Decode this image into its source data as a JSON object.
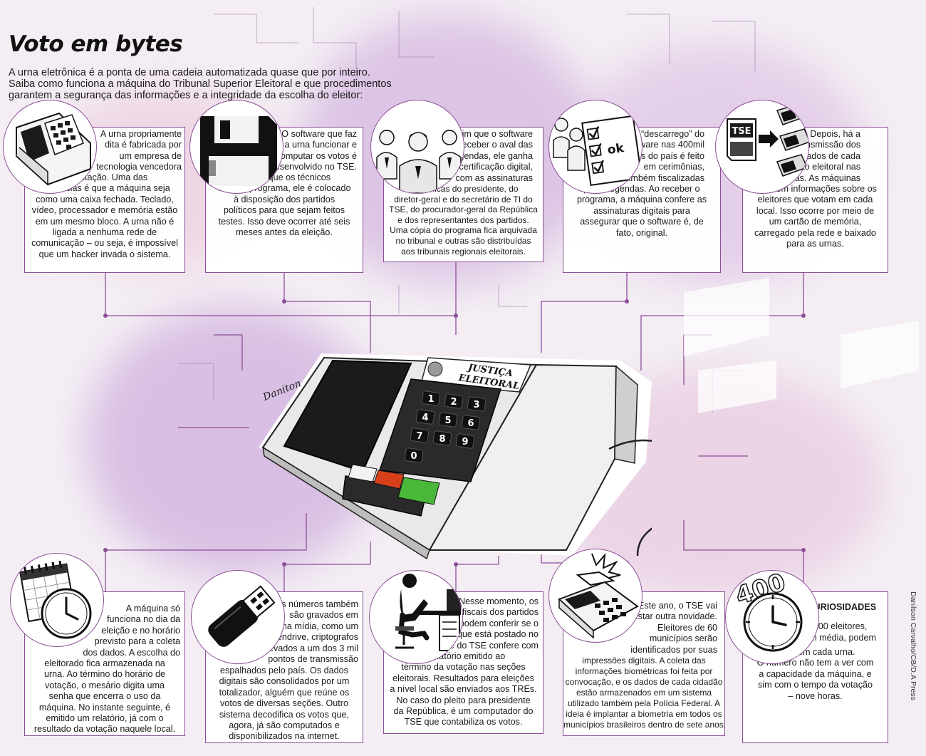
{
  "header": {
    "title": "Voto em bytes",
    "intro": [
      "A urna eletrônica é a ponta de uma cadeia automatizada quase que por inteiro.",
      "Saiba como funciona a máquina do Tribunal Superior Eleitoral e que procedimentos",
      "garantem a segurança das informações e a integridade da escolha do eleitor:"
    ]
  },
  "top_steps": [
    {
      "icon": "voting-machine-icon",
      "lines": [
        "A urna propriamente",
        "dita é fabricada por",
        "um empresa de",
        "tecnologia vencedora",
        "de licitação. Uma das",
        "exigências é que a máquina seja",
        "como uma caixa fechada. Teclado,",
        "vídeo, processador e memória estão",
        "em um mesmo bloco. A urna não é",
        "ligada a nenhuma rede de",
        "comunicação – ou seja, é impossível",
        "que um hacker invada o sistema."
      ]
    },
    {
      "icon": "floppy-disk-icon",
      "lines": [
        "O software que faz",
        "a urna funcionar e",
        "computar os votos é",
        "desenvolvido no TSE.",
        "Depois que os técnicos",
        "criam o programa, ele é colocado",
        "à disposição dos partidos",
        "políticos para que sejam feitos",
        "testes. Isso deve ocorrer até seis",
        "meses antes da eleição."
      ]
    },
    {
      "icon": "officials-icon",
      "lines": [
        "Assim que o software",
        "receber o aval das",
        "legendas, ele ganha",
        "uma certificação digital,",
        "com as assinaturas",
        "eletrônicas do presidente, do",
        "diretor-geral e do secretário de TI do",
        "TSE, do procurador-geral da República",
        "e dos representantes dos partidos.",
        "Uma cópia do programa fica arquivada",
        "no tribunal e outras são distribuídas",
        "aos tribunais regionais eleitorais."
      ]
    },
    {
      "icon": "checklist-ok-icon",
      "ok_label": "ok",
      "lines": [
        "O “descarrego” do",
        "software nas 400mil",
        "urnas do país é feito",
        "em cerimônias,",
        "também fiscalizadas",
        "pelas legendas. Ao receber o",
        "programa, a máquina confere as",
        "assinaturas digitais para",
        "assegurar que o software é, de",
        "fato, original."
      ]
    },
    {
      "icon": "memory-card-icon",
      "card_label": "TSE",
      "lines": [
        "Depois, há a",
        "transmissão dos",
        "dados de cada",
        "seção eleitoral nas",
        "urnas. As máquinas",
        "recebem informações sobre os",
        "eleitores que votam em cada",
        "local. Isso ocorre por meio de",
        "um cartão de memória,",
        "carregado pela rede e baixado",
        "para as urnas."
      ]
    }
  ],
  "bottom_steps": [
    {
      "icon": "calendar-clock-icon",
      "lines": [
        "A máquina só",
        "funciona no dia da",
        "eleição e no horário",
        "previsto para a coleta",
        "dos dados. A escolha do",
        "eleitorado fica armazenada na",
        "urna. Ao término do horário de",
        "votação, o mesário digita uma",
        "senha que encerra o uso da",
        "máquina. No instante seguinte, é",
        "emitido um relatório, já com o",
        "resultado da votação naquele local."
      ]
    },
    {
      "icon": "pendrive-icon",
      "lines": [
        "Os números também",
        "são gravados em",
        "uma mídia, como um",
        "pendrive, criptografos",
        "e levados a um dos 3 mil",
        "pontos de transmissão",
        "espalhados pelo país. Os dados",
        "digitais são consolidados por um",
        "totalizador, alguém que reúne os",
        "votos de diversas seções. Outro",
        "sistema decodifica os votos que,",
        "agora, já são computados e",
        "disponibilizados na internet."
      ]
    },
    {
      "icon": "computer-user-icon",
      "lines": [
        "Nesse momento, os",
        "fiscais dos partidos",
        "podem conferir se o",
        "que está postado no",
        "site do TSE confere com",
        "o relatório emitido ao",
        "término da votação nas seções",
        "eleitorais. Resultados para eleições",
        "a nível local são enviados aos TREs.",
        "No caso do pleito para presidente",
        "da República, é um computador do",
        "TSE que contabiliza os votos."
      ]
    },
    {
      "icon": "fingerprint-reader-icon",
      "lines": [
        "Este ano, o TSE vai",
        "testar outra novidade.",
        "Eleitores de 60",
        "municípios serão",
        "identificados por suas",
        "impressões digitais. A coleta das",
        "informações biométricas foi feita por",
        "convocação, e os dados de cada cidadão",
        "estão armazenados em um sistema",
        "utilizado também pela Polícia Federal. A",
        "ideia é implantar a biometria em todos os",
        "municípios brasileiros dentro de sete anos."
      ]
    },
    {
      "icon": "clock-400-icon",
      "icon_number": "400",
      "heading": "CURIOSIDADES",
      "lines": [
        "400 eleitores,",
        "em média, podem",
        "votar em cada urna.",
        "O número não tem a ver com",
        "a capacidade da máquina, e",
        "sim com o tempo da votação",
        "– nove horas."
      ]
    }
  ],
  "machine": {
    "panel_label_1": "JUSTIÇA",
    "panel_label_2": "ELEITORAL",
    "keys": [
      "1",
      "2",
      "3",
      "4",
      "5",
      "6",
      "7",
      "8",
      "9",
      "0"
    ],
    "colors": {
      "body": "#eeeeee",
      "screen": "#1b1b1b",
      "keypad": "#2a2a2a",
      "white_key": "#f2f2f2",
      "red_key": "#d8401c",
      "green_key": "#49b83a"
    }
  },
  "signature": "Daniton",
  "credit": "Danilson Carvalho/CB/D.A Press",
  "colors": {
    "accent": "#8c4f97",
    "wash_purple": "#b58ad0",
    "wash_pink": "#e3a4c9"
  }
}
